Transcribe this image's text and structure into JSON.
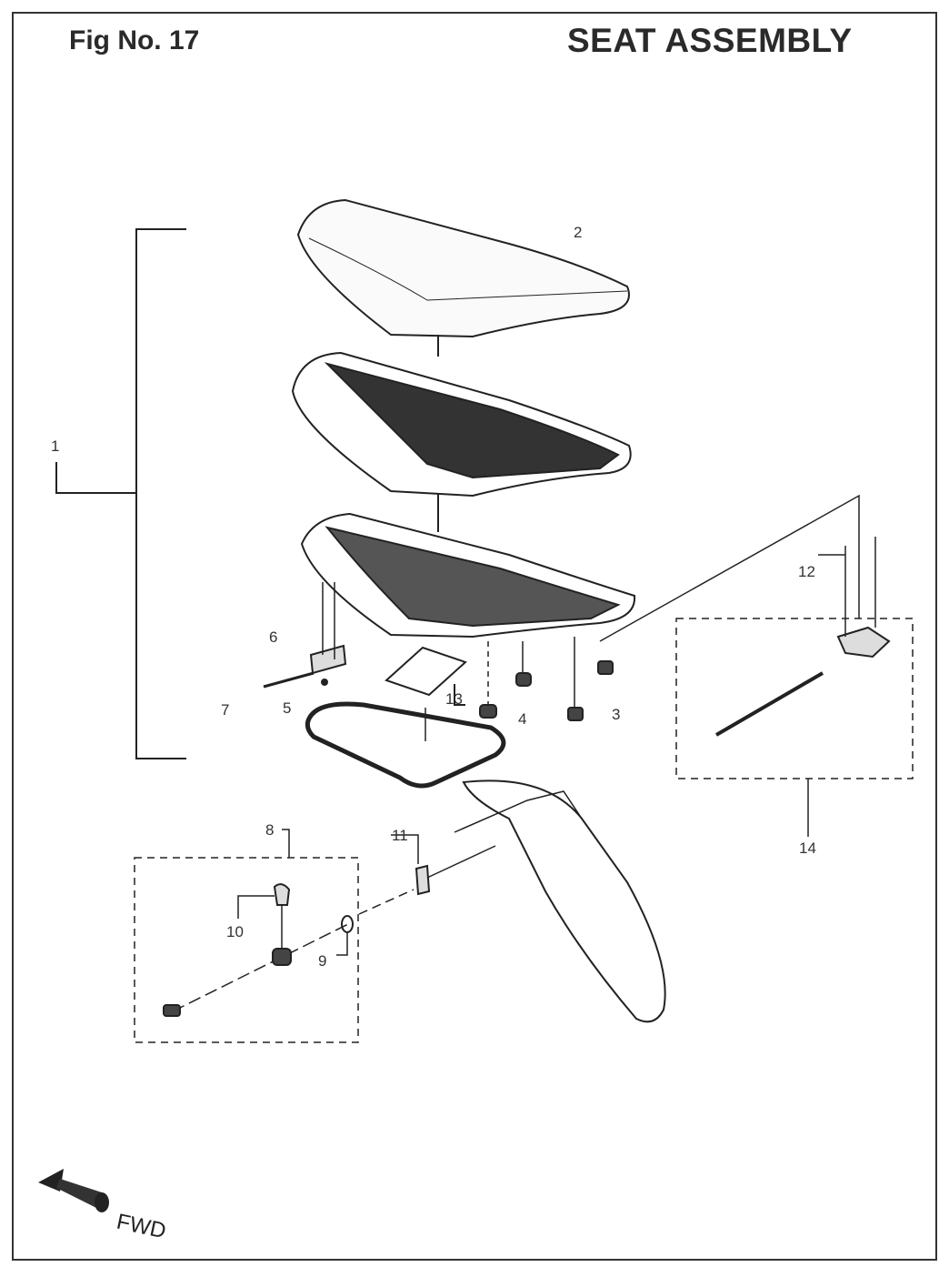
{
  "header": {
    "figure_number": "Fig No. 17",
    "title": "SEAT ASSEMBLY"
  },
  "callouts": [
    "1",
    "2",
    "3",
    "4",
    "5",
    "6",
    "7",
    "8",
    "9",
    "10",
    "11",
    "12",
    "13",
    "14"
  ],
  "direction": {
    "label": "FWD",
    "icon": "forward-arrow-icon"
  }
}
